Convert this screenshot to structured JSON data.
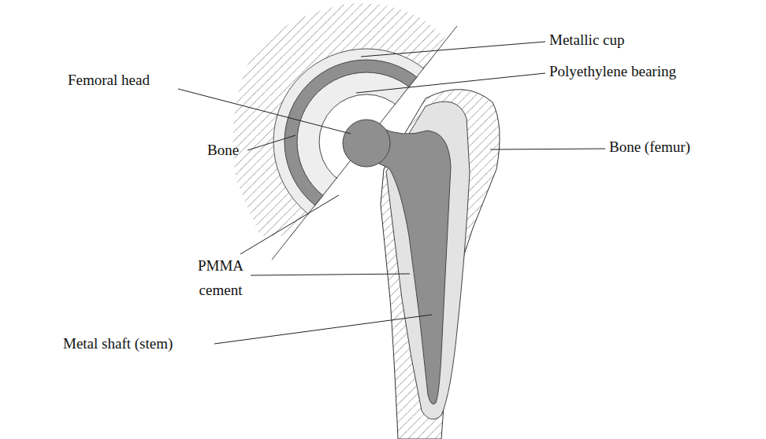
{
  "diagram": {
    "labels": [
      "Metallic cup",
      "Polyethylene bearing",
      "Femoral head",
      "Bone",
      "Bone (femur)",
      "PMMA cement",
      "Metal shaft (stem)"
    ]
  }
}
